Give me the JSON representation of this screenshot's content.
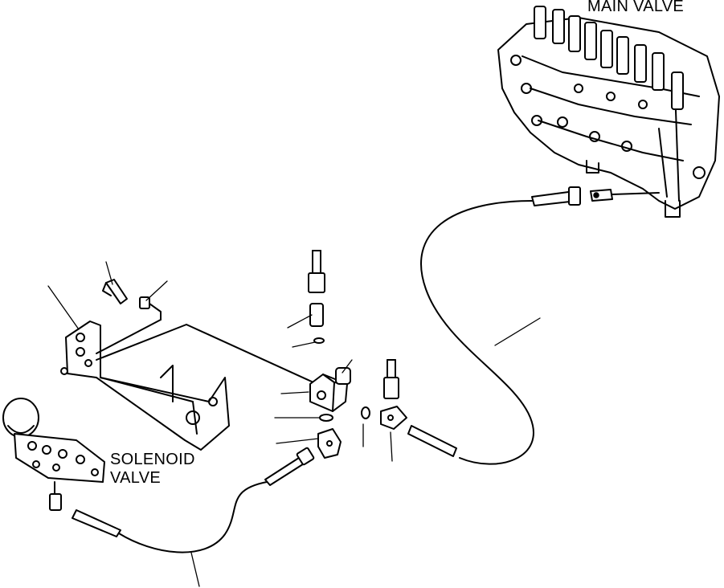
{
  "labels": {
    "main_valve": "MAIN VALVE",
    "solenoid_line1": "SOLENOID",
    "solenoid_line2": "VALVE"
  },
  "colors": {
    "ink": "#000000",
    "paper": "#ffffff"
  }
}
